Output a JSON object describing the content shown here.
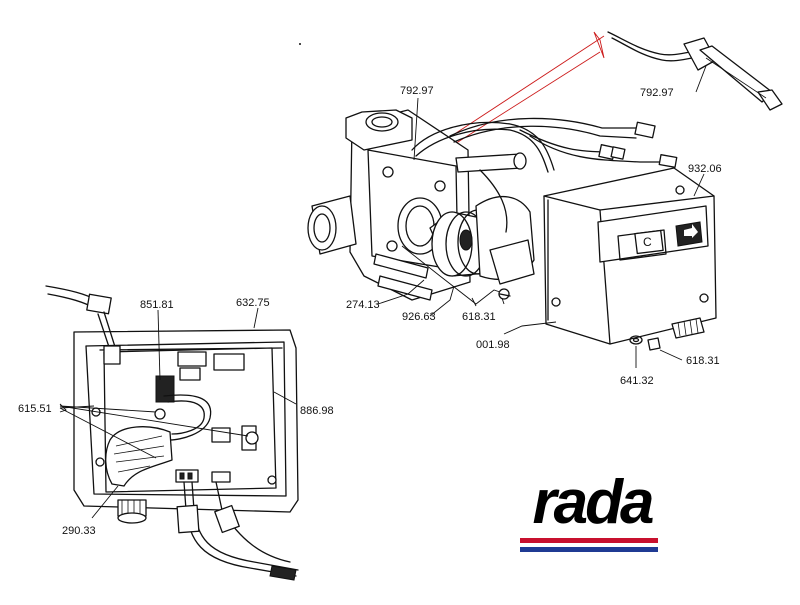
{
  "parts": {
    "p1": "792.97",
    "p2": "792.97",
    "p3": "932.06",
    "p4": "274.13",
    "p5": "926.63",
    "p6": "618.31",
    "p7": "001.98",
    "p8": "618.31",
    "p9": "641.32",
    "p10": "851.81",
    "p11": "632.75",
    "p12": "615.51",
    "p13": "886.98",
    "p14": "290.33"
  },
  "label_C": "C",
  "logo": {
    "text": "rada",
    "colors": {
      "red": "#c8102e",
      "blue": "#1f3a93",
      "black": "#000000"
    }
  }
}
